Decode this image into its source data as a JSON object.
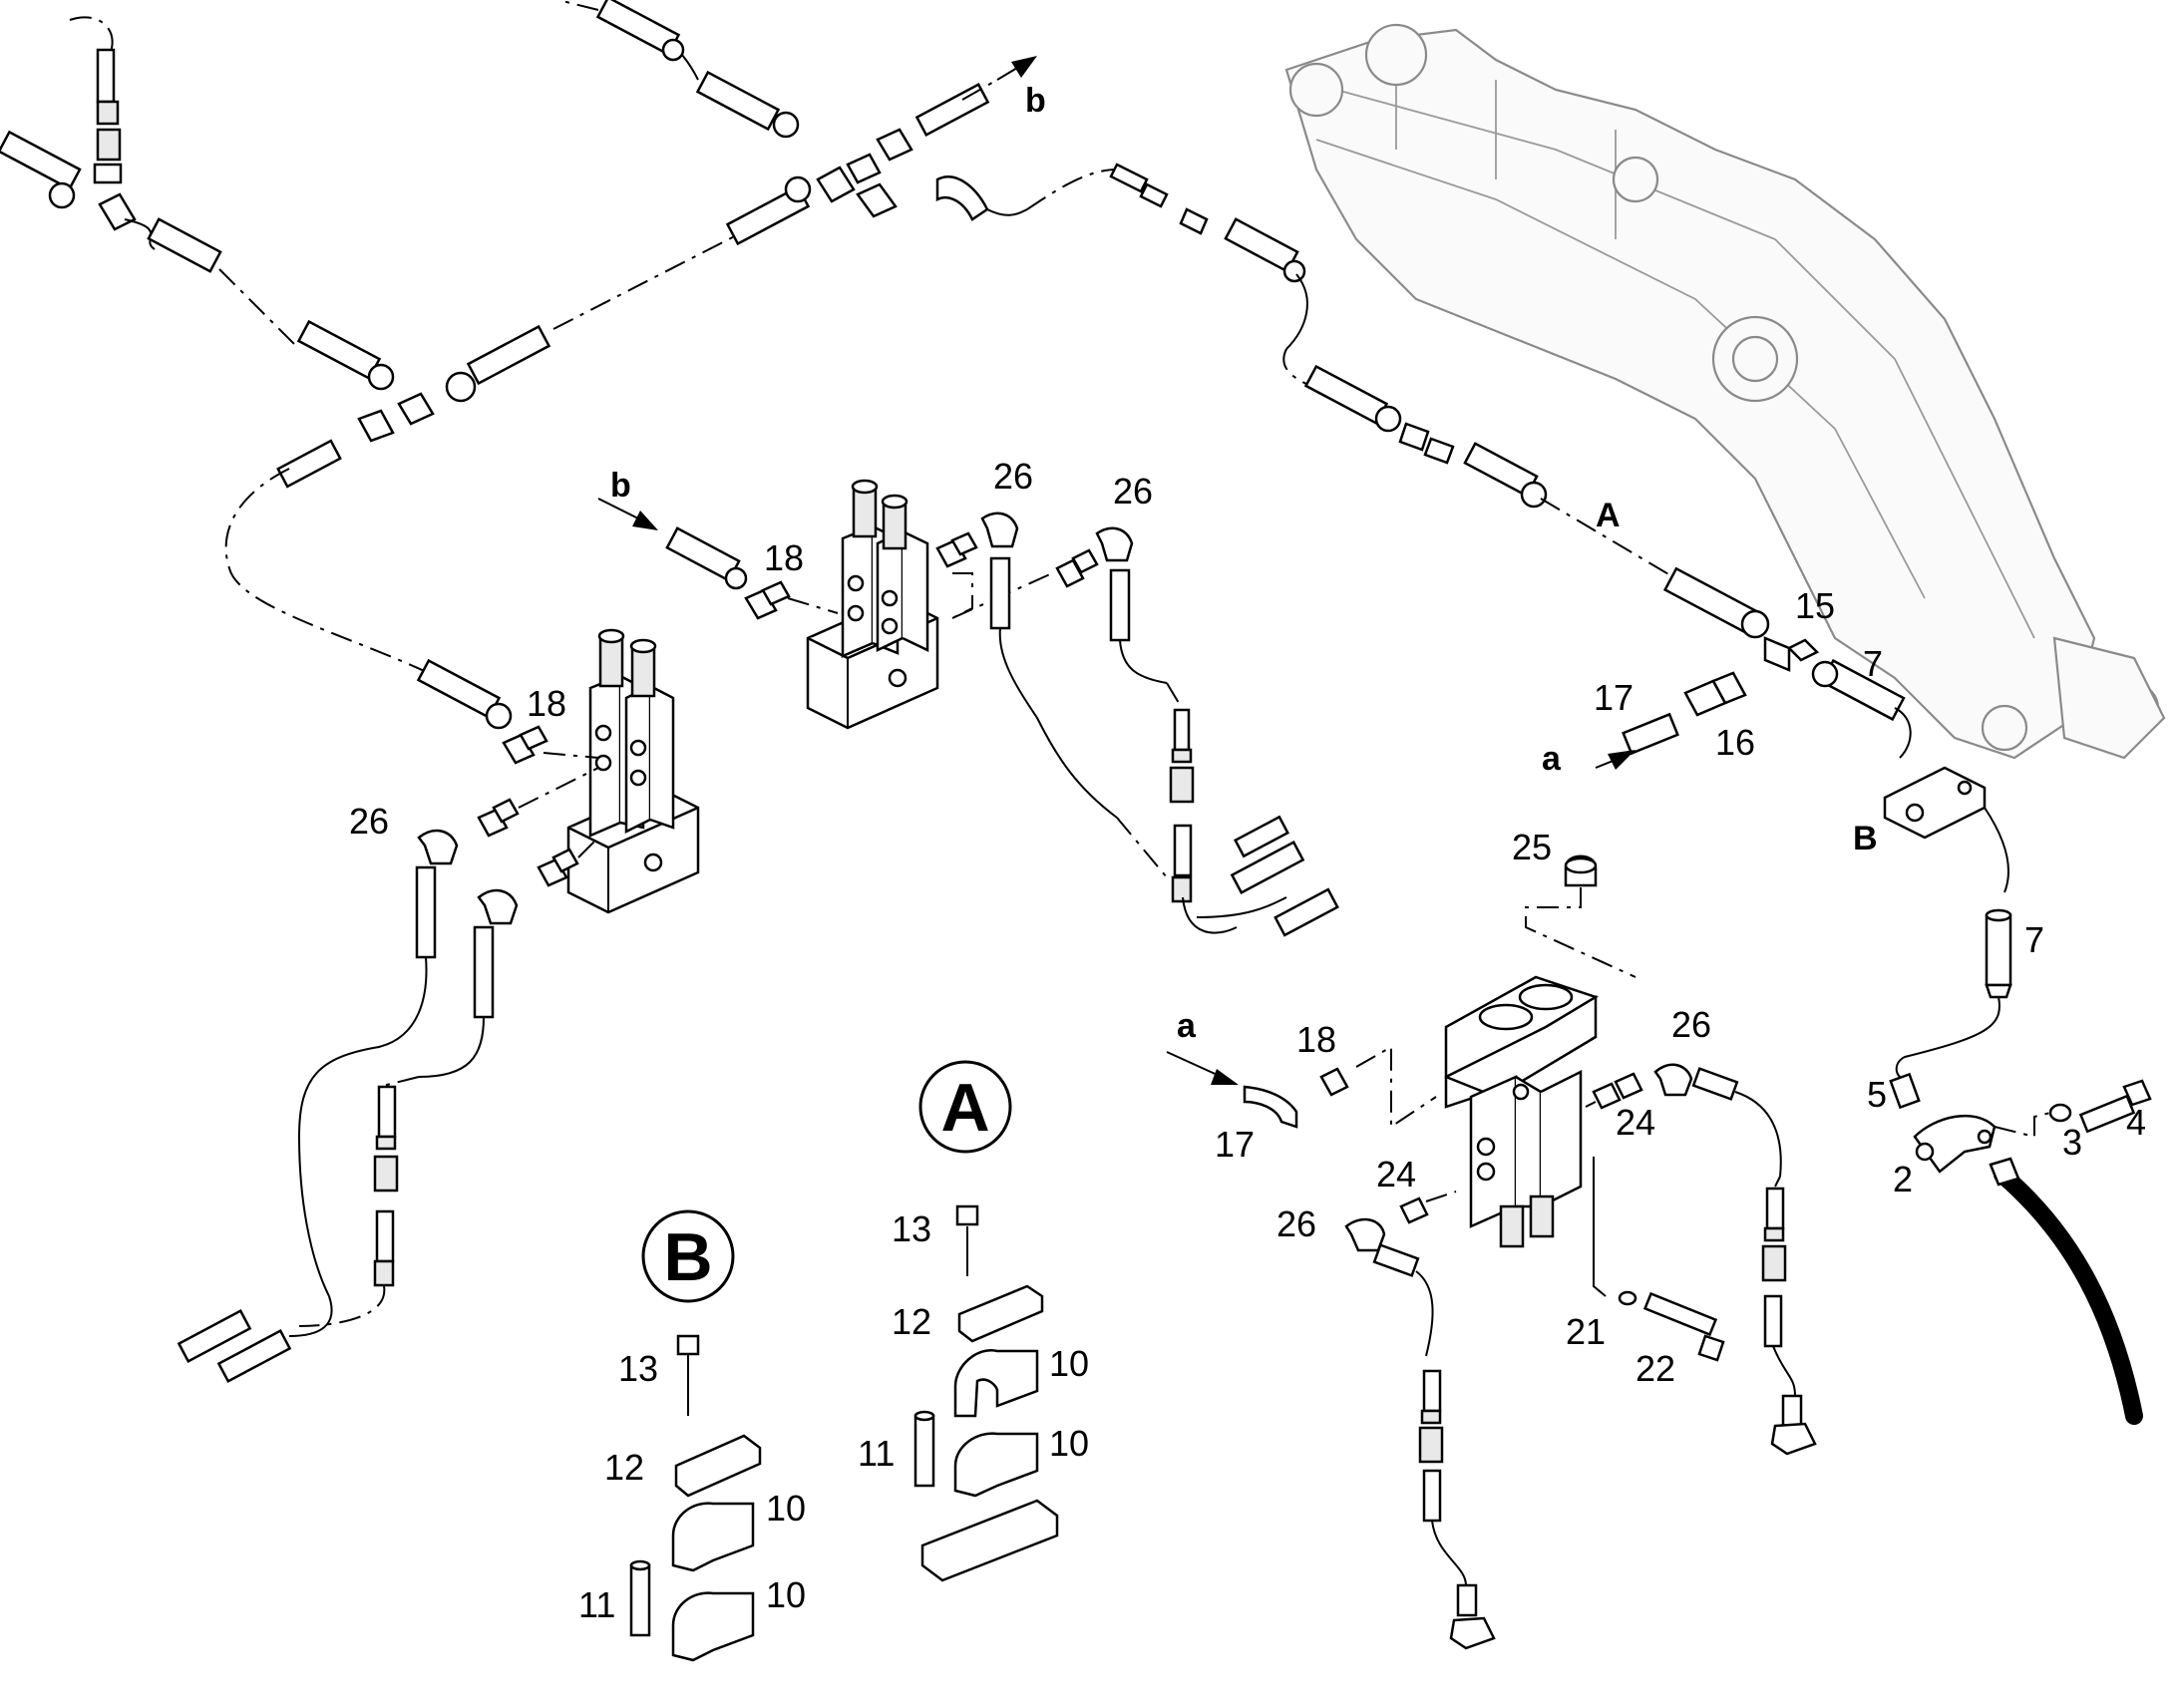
{
  "callouts": {
    "A": "A",
    "B": "B",
    "a": "a",
    "b": "b",
    "n2": "2",
    "n3": "3",
    "n4": "4",
    "n5": "5",
    "n7": "7",
    "n10": "10",
    "n11": "11",
    "n12": "12",
    "n13": "13",
    "n15": "15",
    "n16": "16",
    "n17": "17",
    "n18": "18",
    "n21": "21",
    "n22": "22",
    "n24": "24",
    "n25": "25",
    "n26": "26"
  },
  "details": {
    "A": "A",
    "B": "B"
  },
  "colors": {
    "ink": "#000000",
    "boom_outline": "#8a8a8a",
    "background": "#ffffff"
  }
}
